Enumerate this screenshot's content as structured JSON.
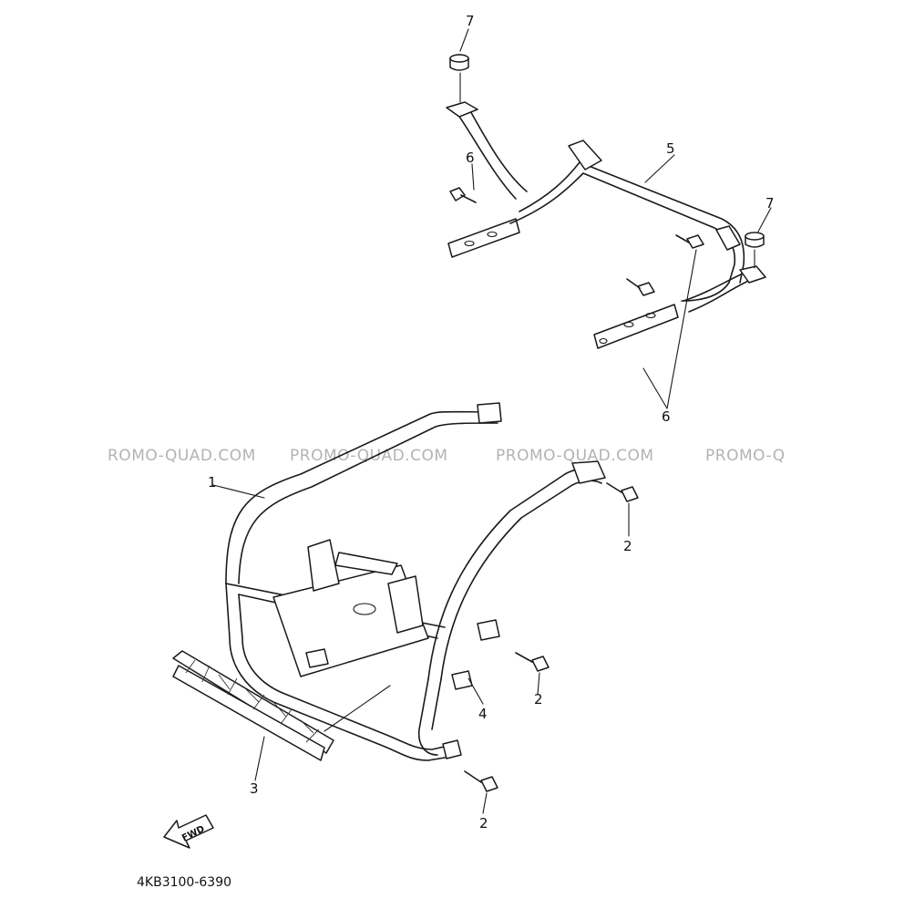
{
  "watermarks": [
    "ROMO-QUAD.COM",
    "PROMO-QUAD.COM",
    "PROMO-QUAD.COM",
    "PROMO-Q"
  ],
  "callouts": {
    "guard": "1",
    "bolt_top_right": "2",
    "bolt_mid_right": "2",
    "bolt_bottom": "2",
    "grille": "3",
    "bracket": "4",
    "rear_frame": "5",
    "bolt_rear_left": "6",
    "bolt_rear_pair": "6",
    "cap_top": "7",
    "cap_right": "7"
  },
  "fwd_arrow_label": "FWD",
  "part_code": "4KB3100-6390"
}
